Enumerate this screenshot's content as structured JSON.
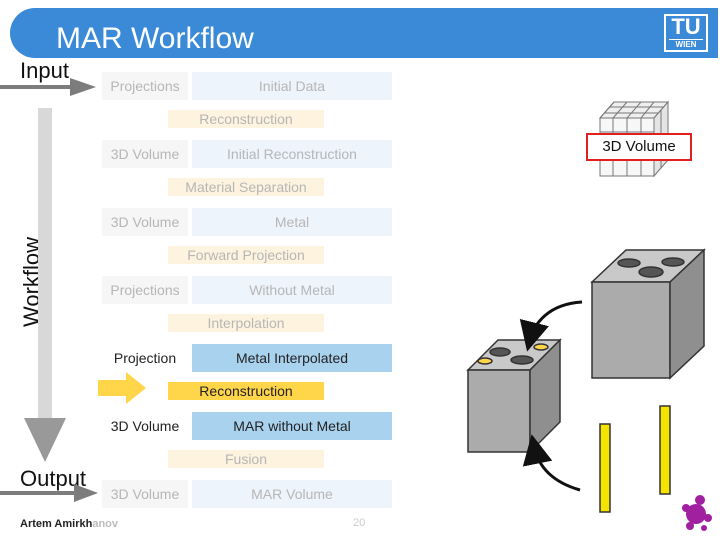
{
  "header": {
    "title": "MAR Workflow"
  },
  "logo": {
    "main": "TU",
    "sub": "WIEN"
  },
  "labels": {
    "input": "Input",
    "output": "Output",
    "workflow": "Workflow",
    "volume": "3D Volume"
  },
  "rows": [
    {
      "left": "Projections",
      "right": "Initial Data",
      "state": "faded"
    },
    {
      "step": "Reconstruction",
      "state": "faded"
    },
    {
      "left": "3D Volume",
      "right": "Initial Reconstruction",
      "state": "faded"
    },
    {
      "step": "Material Separation",
      "state": "faded"
    },
    {
      "left": "3D Volume",
      "right": "Metal",
      "state": "faded"
    },
    {
      "step": "Forward Projection",
      "state": "faded"
    },
    {
      "left": "Projections",
      "right": "Without Metal",
      "state": "faded"
    },
    {
      "step": "Interpolation",
      "state": "faded"
    },
    {
      "left": "Projection",
      "right": "Metal Interpolated",
      "state": "active"
    },
    {
      "step": "Reconstruction",
      "state": "active"
    },
    {
      "left": "3D Volume",
      "right": "MAR without Metal",
      "state": "active"
    },
    {
      "step": "Fusion",
      "state": "faded"
    },
    {
      "left": "3D Volume",
      "right": "MAR Volume",
      "state": "faded"
    }
  ],
  "footer": {
    "author_bold": "Artem Amirkh",
    "author_dim": "anov",
    "page": "20"
  },
  "colors": {
    "header": "#3a8ad8",
    "highlight": "#ffd54a",
    "active_box": "#a9d2ef",
    "metal_rod": "#f5e400",
    "accent_border": "#e02020"
  }
}
